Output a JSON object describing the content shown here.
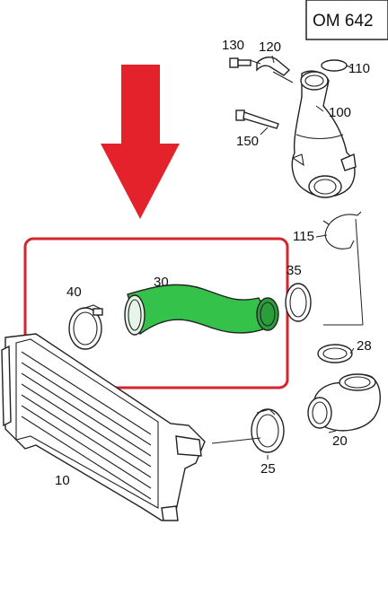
{
  "engine_code": "OM 642",
  "highlight_colors": {
    "arrow": "#e3222b",
    "frame": "#d6252e",
    "hose": "#34c24a"
  },
  "parts": [
    {
      "id": "part-10",
      "label": "10"
    },
    {
      "id": "part-20",
      "label": "20"
    },
    {
      "id": "part-25",
      "label": "25"
    },
    {
      "id": "part-28",
      "label": "28"
    },
    {
      "id": "part-30",
      "label": "30"
    },
    {
      "id": "part-35",
      "label": "35"
    },
    {
      "id": "part-40",
      "label": "40"
    },
    {
      "id": "part-100",
      "label": "100"
    },
    {
      "id": "part-110",
      "label": "110"
    },
    {
      "id": "part-115",
      "label": "115"
    },
    {
      "id": "part-120",
      "label": "120"
    },
    {
      "id": "part-130",
      "label": "130"
    },
    {
      "id": "part-150",
      "label": "150"
    }
  ]
}
